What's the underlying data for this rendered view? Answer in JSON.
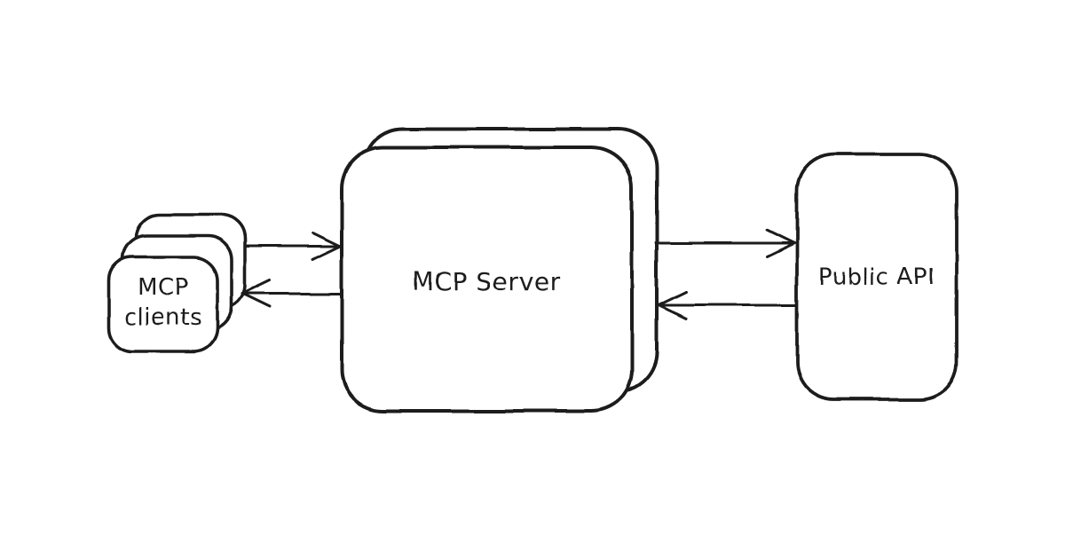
{
  "canvas": {
    "background": "#ffffff",
    "stroke_color": "#1e1e1e",
    "fill_color": "#ffffff",
    "style": "hand-drawn-sketch"
  },
  "diagram": {
    "type": "architecture-flow",
    "nodes": [
      {
        "id": "mcp-clients",
        "label_lines": [
          "MCP",
          "clients"
        ],
        "shape": "rounded-rectangle",
        "stacked_copies": 3
      },
      {
        "id": "mcp-server",
        "label": "MCP Server",
        "shape": "rounded-rectangle",
        "stacked_copies": 2
      },
      {
        "id": "public-api",
        "label": "Public API",
        "shape": "rounded-rectangle",
        "stacked_copies": 1
      }
    ],
    "edges": [
      {
        "from": "mcp-clients",
        "to": "mcp-server",
        "arrow": "right"
      },
      {
        "from": "mcp-server",
        "to": "mcp-clients",
        "arrow": "left"
      },
      {
        "from": "mcp-server",
        "to": "public-api",
        "arrow": "right"
      },
      {
        "from": "public-api",
        "to": "mcp-server",
        "arrow": "left"
      }
    ]
  }
}
